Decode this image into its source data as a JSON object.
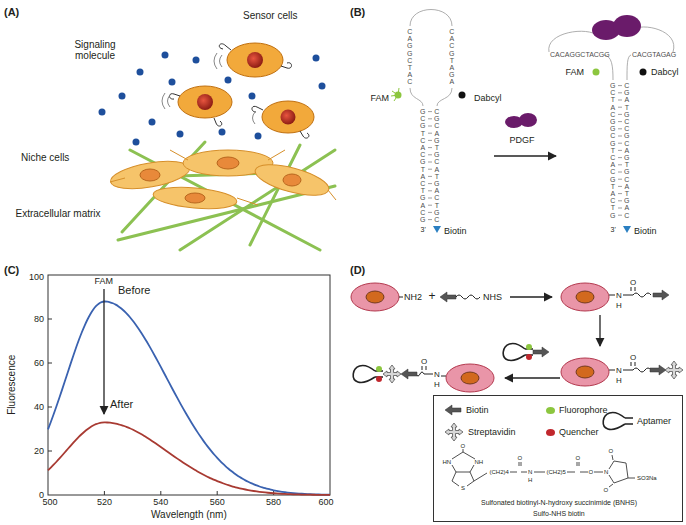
{
  "diagram": {
    "nodes": [
      {
        "text": [
          "Sulfonated biotinyl-N-hydroxy succinimide (BNHS)",
          "Sulfo-NHS biotin"
        ]
      }
    ],
    "labels": [
      "(A)",
      "Sensor cells",
      "Signaling molecule",
      "Niche cells",
      "Extracellular matrix",
      "(B)",
      "FAM",
      "Dabcyl",
      "Biotin",
      "PDGF",
      "FAM",
      "Dabcyl",
      "Biotin",
      "CAGGCTAC",
      "CACGTAGA",
      "GCGTCACGTACTGACG",
      "CGCAGTGCATGACTGC",
      "3'",
      "CACAGGCTACGG",
      "CACGTAGAG",
      "GCTACGGCGTCACGTACTG",
      "CGATGCCGCAGTGCATGAC",
      "3'",
      "(C)",
      "Fluorescence",
      "0",
      "20",
      "40",
      "60",
      "80",
      "100",
      "500",
      "520",
      "540",
      "560",
      "580",
      "600",
      "Wavelength (nm)",
      "FAM",
      "Before",
      "After",
      "(D)",
      "NH2",
      "+",
      "NHS",
      "N",
      "H",
      "O",
      "N",
      "H",
      "O",
      "N",
      "H",
      "O",
      "HN",
      "NH",
      "O",
      "S",
      "(CH2)4",
      "O",
      "N",
      "H",
      "(CH2)5",
      "O",
      "O",
      "N",
      "O",
      "O",
      "SO3Na"
    ],
    "legend": [
      {
        "text": "Biotin"
      },
      {
        "text": "Streptavidin"
      },
      {
        "text": "Fluorophore",
        "color": "#8cc63f"
      },
      {
        "text": "Quencher",
        "color": "#c1272d"
      },
      {
        "text": "Aptamer"
      }
    ]
  }
}
